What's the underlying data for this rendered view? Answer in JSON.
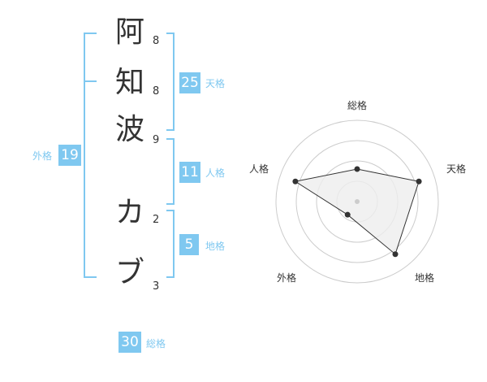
{
  "name": {
    "chars": [
      {
        "char": "阿",
        "strokes": "8"
      },
      {
        "char": "知",
        "strokes": "8"
      },
      {
        "char": "波",
        "strokes": "9"
      },
      {
        "char": "カ",
        "strokes": "2"
      },
      {
        "char": "ブ",
        "strokes": "3"
      }
    ]
  },
  "fortune": {
    "tenkaku": {
      "value": "25",
      "label": "天格"
    },
    "jinkaku": {
      "value": "11",
      "label": "人格"
    },
    "chikaku": {
      "value": "5",
      "label": "地格"
    },
    "gaikaku": {
      "value": "19",
      "label": "外格"
    },
    "soukaku": {
      "value": "30",
      "label": "総格"
    }
  },
  "chart_data": {
    "type": "radar",
    "axes": [
      "総格",
      "天格",
      "地格",
      "外格",
      "人格"
    ],
    "values": [
      2,
      4,
      4,
      1,
      4
    ],
    "max": 5,
    "rings": 4,
    "colors": {
      "fill": "#eeeeee",
      "line": "#333333",
      "ring": "#cccccc",
      "center": "#cccccc"
    }
  },
  "colors": {
    "accent": "#7fc8f0",
    "text": "#333333"
  }
}
